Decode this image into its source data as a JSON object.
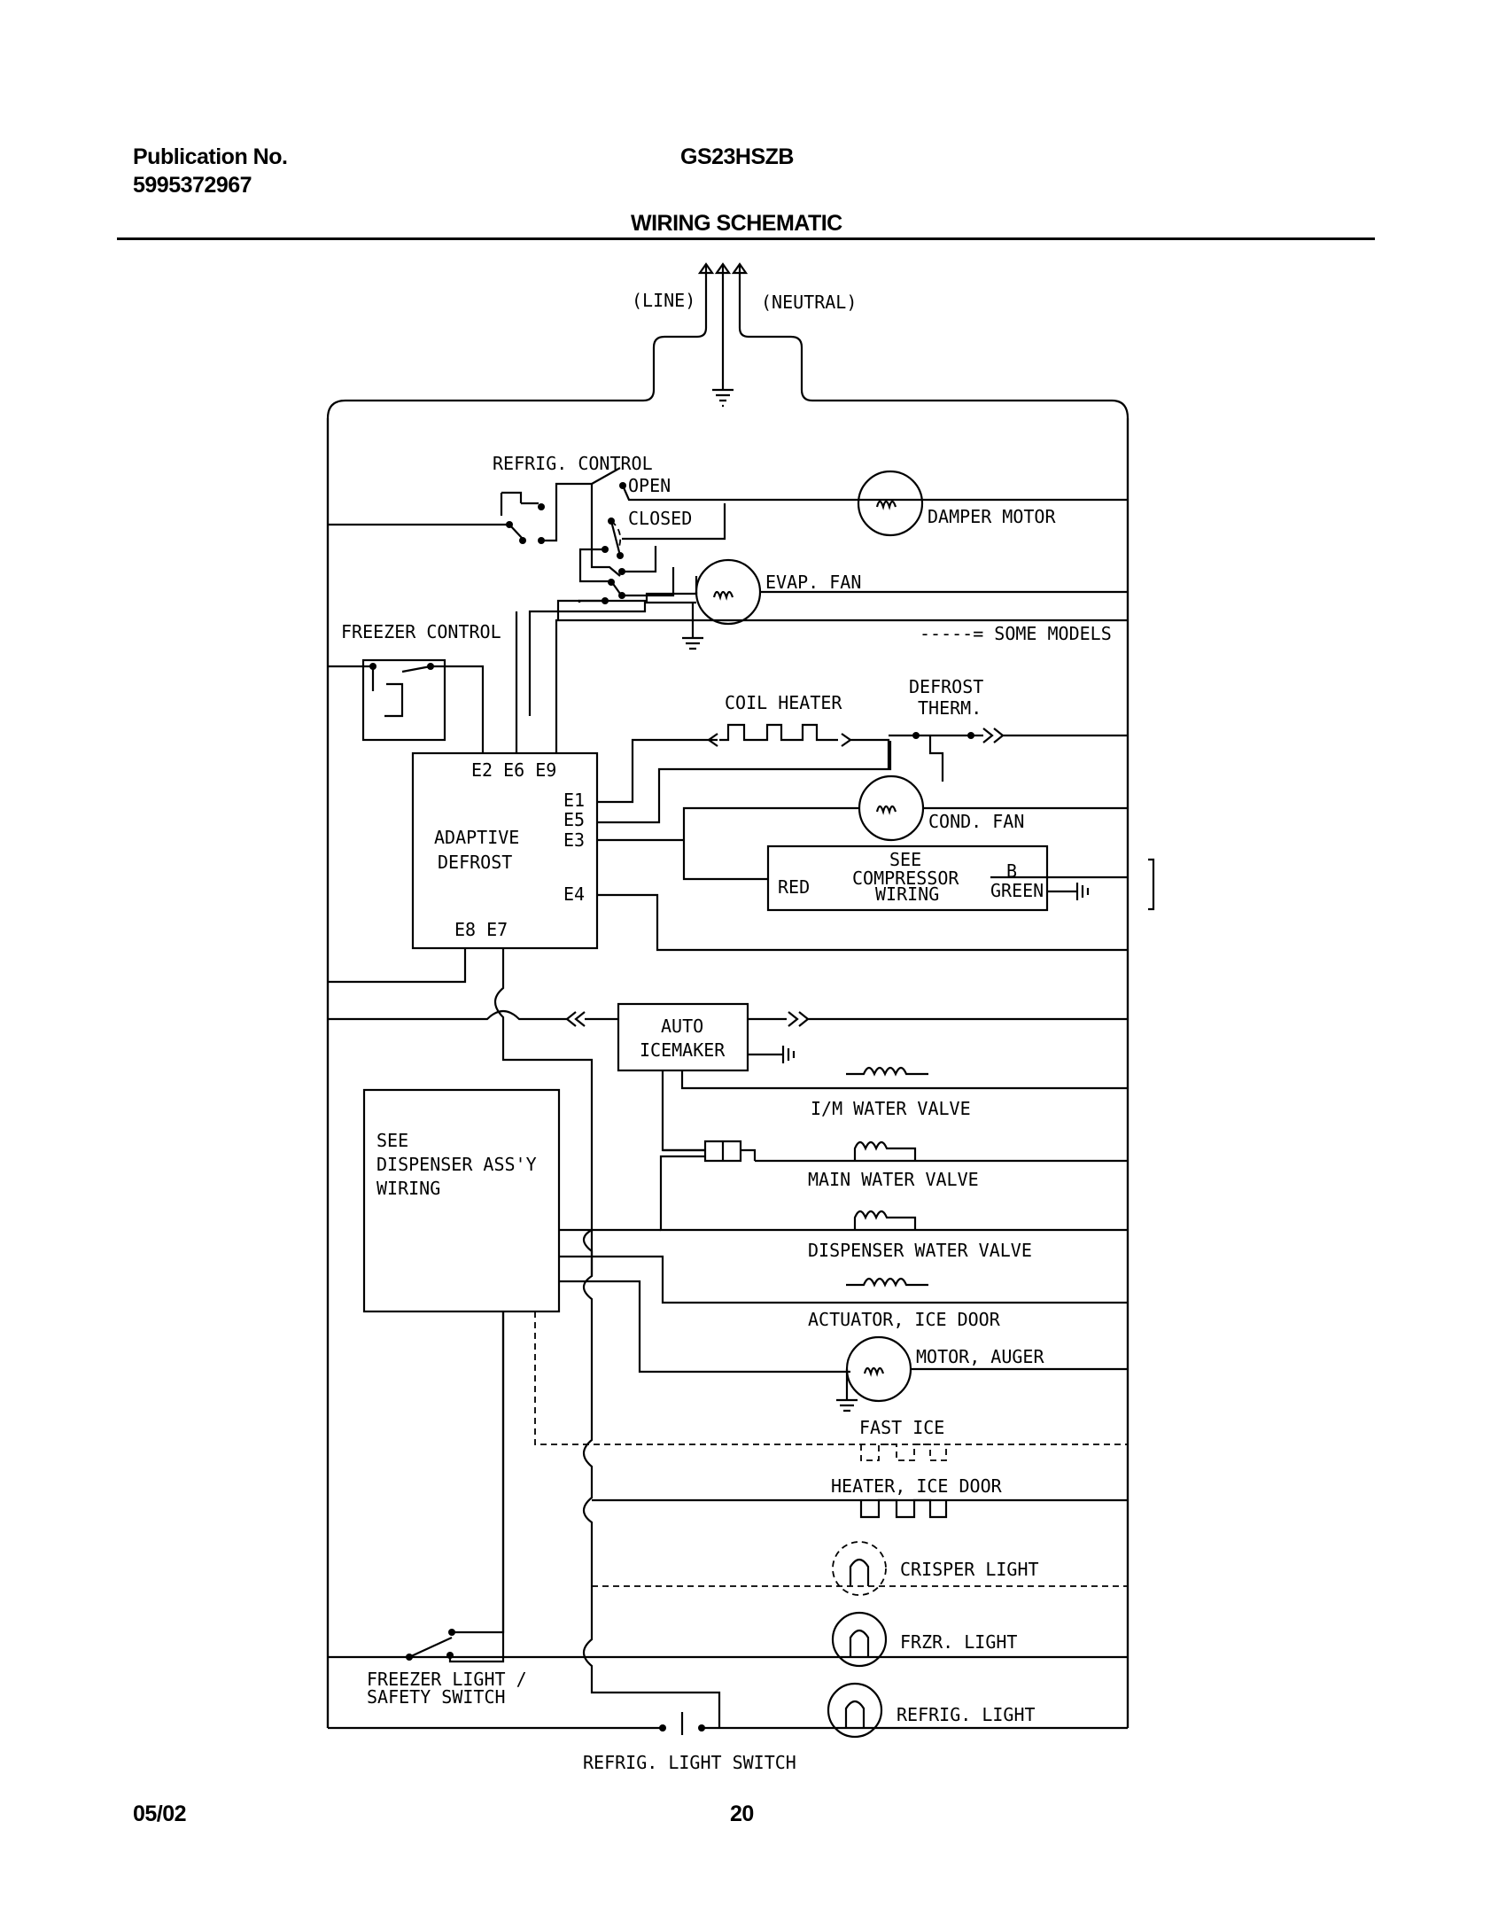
{
  "header": {
    "publication_label": "Publication No.",
    "publication_number": "5995372967",
    "model": "GS23HSZB",
    "title": "WIRING SCHEMATIC"
  },
  "footer": {
    "date": "05/02",
    "page": "20"
  },
  "labels": {
    "line": "(LINE)",
    "neutral": "(NEUTRAL)",
    "refrig_control": "REFRIG. CONTROL",
    "open": "OPEN",
    "closed": "CLOSED",
    "damper_motor": "DAMPER MOTOR",
    "evap_fan": "EVAP. FAN",
    "freezer_control": "FREEZER CONTROL",
    "some_models": "-----= SOME MODELS",
    "defrost_therm_1": "DEFROST",
    "defrost_therm_2": "THERM.",
    "coil_heater": "COIL HEATER",
    "terminals_top": "E2  E6  E9",
    "e1": "E1",
    "e5": "E5",
    "e3": "E3",
    "e4": "E4",
    "terminals_bottom": "E8  E7",
    "adaptive": "ADAPTIVE",
    "defrost": "DEFROST",
    "cond_fan": "COND. FAN",
    "see": "SEE",
    "compressor": "COMPRESSOR",
    "wiring": "WIRING",
    "red": "RED",
    "b": "B",
    "green": "GREEN",
    "auto": "AUTO",
    "icemaker": "ICEMAKER",
    "dispenser_see": "SEE",
    "dispenser_assy": "DISPENSER ASS'Y",
    "dispenser_wiring": "WIRING",
    "im_water_valve": "I/M WATER VALVE",
    "main_water_valve": "MAIN WATER VALVE",
    "dispenser_water_valve": "DISPENSER WATER VALVE",
    "actuator_ice_door": "ACTUATOR, ICE DOOR",
    "motor_auger": "MOTOR, AUGER",
    "fast_ice": "FAST ICE",
    "heater_ice_door": "HEATER, ICE DOOR",
    "crisper_light": "CRISPER LIGHT",
    "frzr_light": "FRZR. LIGHT",
    "freezer_light_1": "FREEZER LIGHT /",
    "freezer_light_2": "SAFETY SWITCH",
    "refrig_light": "REFRIG. LIGHT",
    "refrig_light_switch": "REFRIG. LIGHT SWITCH"
  }
}
